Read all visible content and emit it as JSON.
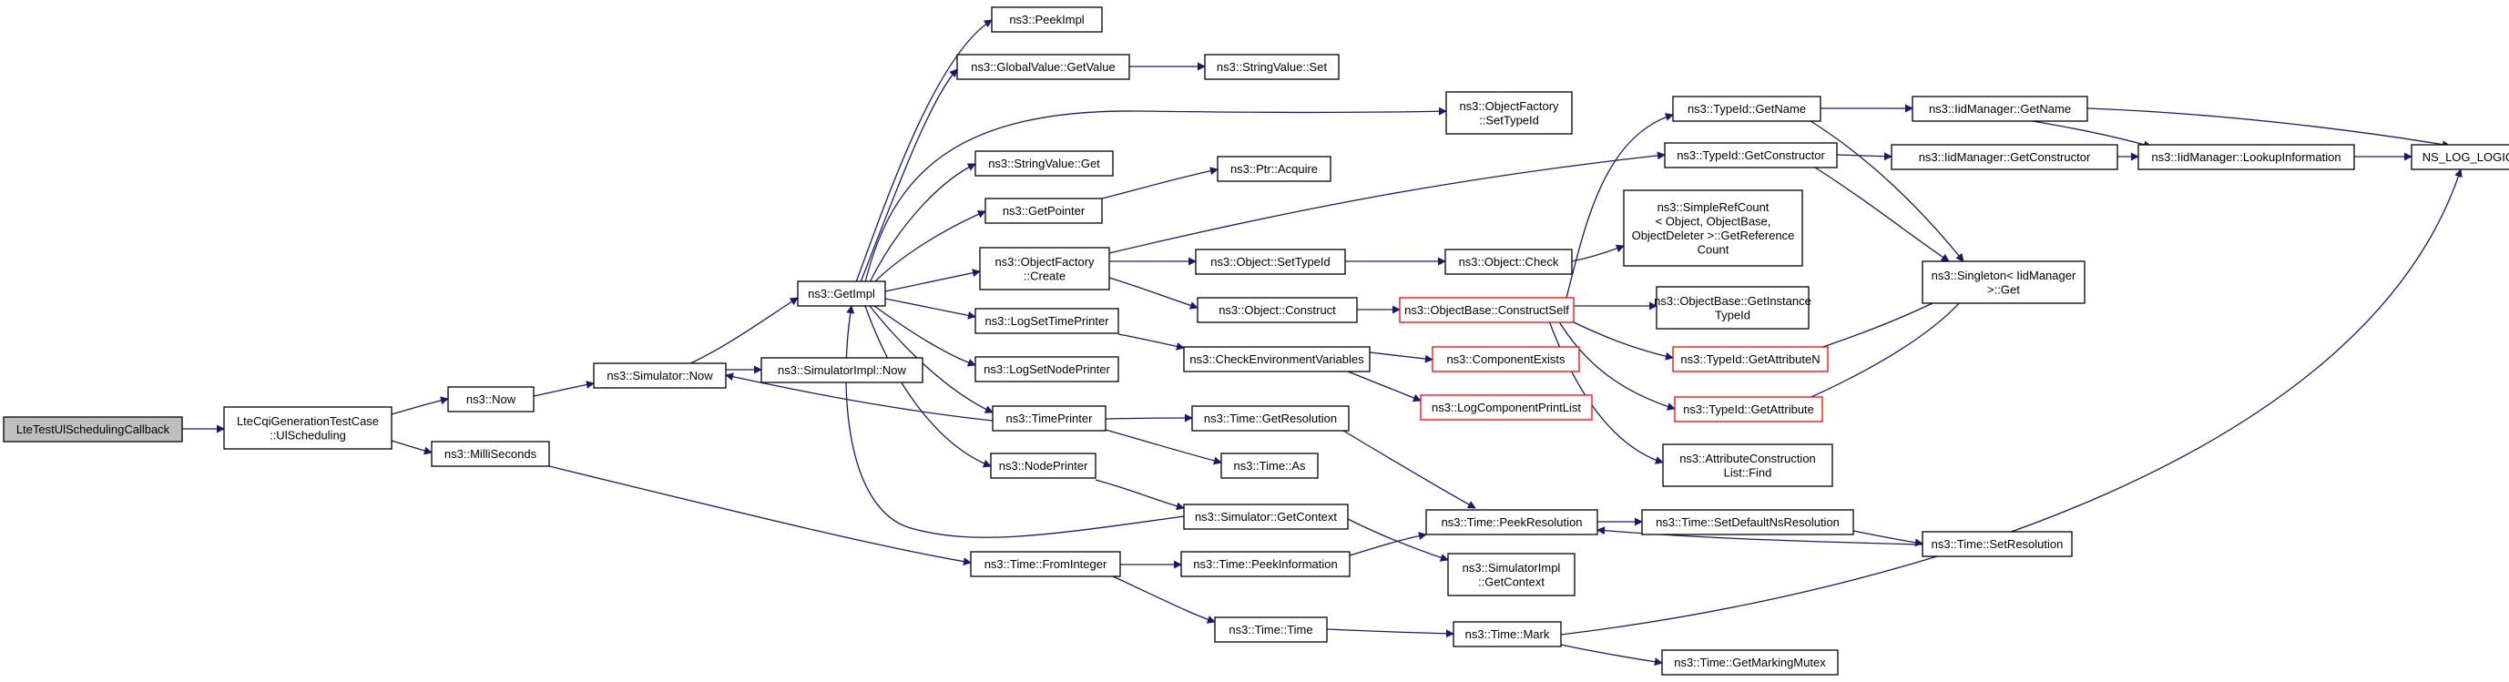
{
  "graph": {
    "edge_color": "#191970",
    "truncated_border_color": "#ff0000",
    "root_fill": "#bfbfbf",
    "nodes": [
      {
        "id": "n0",
        "lines": [
          "LteTestUlSchedulingCallback"
        ],
        "root": true
      },
      {
        "id": "n1",
        "lines": [
          "LteCqiGenerationTestCase",
          "::UlScheduling"
        ]
      },
      {
        "id": "n2",
        "lines": [
          "ns3::Now"
        ]
      },
      {
        "id": "n3",
        "lines": [
          "ns3::MilliSeconds"
        ]
      },
      {
        "id": "n4",
        "lines": [
          "ns3::Simulator::Now"
        ]
      },
      {
        "id": "n5",
        "lines": [
          "ns3::GetImpl"
        ]
      },
      {
        "id": "n6",
        "lines": [
          "ns3::SimulatorImpl::Now"
        ]
      },
      {
        "id": "n7",
        "lines": [
          "ns3::PeekImpl"
        ]
      },
      {
        "id": "n8",
        "lines": [
          "ns3::GlobalValue::GetValue"
        ]
      },
      {
        "id": "n9",
        "lines": [
          "ns3::StringValue::Get"
        ]
      },
      {
        "id": "n10",
        "lines": [
          "ns3::GetPointer"
        ]
      },
      {
        "id": "n11",
        "lines": [
          "ns3::ObjectFactory",
          "::Create"
        ]
      },
      {
        "id": "n12",
        "lines": [
          "ns3::LogSetTimePrinter"
        ]
      },
      {
        "id": "n13",
        "lines": [
          "ns3::LogSetNodePrinter"
        ]
      },
      {
        "id": "n14",
        "lines": [
          "ns3::TimePrinter"
        ]
      },
      {
        "id": "n15",
        "lines": [
          "ns3::NodePrinter"
        ]
      },
      {
        "id": "n16",
        "lines": [
          "ns3::Time::FromInteger"
        ]
      },
      {
        "id": "n17",
        "lines": [
          "ns3::StringValue::Set"
        ]
      },
      {
        "id": "n18",
        "lines": [
          "ns3::Ptr::Acquire"
        ]
      },
      {
        "id": "n19",
        "lines": [
          "ns3::Object::SetTypeId"
        ]
      },
      {
        "id": "n20",
        "lines": [
          "ns3::Object::Construct"
        ]
      },
      {
        "id": "n21",
        "lines": [
          "ns3::CheckEnvironmentVariables"
        ]
      },
      {
        "id": "n22",
        "lines": [
          "ns3::Time::GetResolution"
        ]
      },
      {
        "id": "n23",
        "lines": [
          "ns3::Time::As"
        ]
      },
      {
        "id": "n24",
        "lines": [
          "ns3::Simulator::GetContext"
        ]
      },
      {
        "id": "n25",
        "lines": [
          "ns3::Time::PeekInformation"
        ]
      },
      {
        "id": "n26",
        "lines": [
          "ns3::Time::Time"
        ]
      },
      {
        "id": "n27",
        "lines": [
          "ns3::ObjectFactory",
          "::SetTypeId"
        ]
      },
      {
        "id": "n28",
        "lines": [
          "ns3::Object::Check"
        ]
      },
      {
        "id": "n29",
        "lines": [
          "ns3::ObjectBase::ConstructSelf"
        ],
        "truncated": true
      },
      {
        "id": "n30",
        "lines": [
          "ns3::ComponentExists"
        ],
        "truncated": true
      },
      {
        "id": "n31",
        "lines": [
          "ns3::LogComponentPrintList"
        ],
        "truncated": true
      },
      {
        "id": "n32",
        "lines": [
          "ns3::Time::PeekResolution"
        ]
      },
      {
        "id": "n33",
        "lines": [
          "ns3::SimulatorImpl",
          "::GetContext"
        ]
      },
      {
        "id": "n34",
        "lines": [
          "ns3::Time::Mark"
        ]
      },
      {
        "id": "n35",
        "lines": [
          "ns3::TypeId::GetName"
        ]
      },
      {
        "id": "n36",
        "lines": [
          "ns3::TypeId::GetConstructor"
        ]
      },
      {
        "id": "n37",
        "lines": [
          "ns3::SimpleRefCount",
          "< Object, ObjectBase,",
          "ObjectDeleter >::GetReference",
          "Count"
        ]
      },
      {
        "id": "n38",
        "lines": [
          "ns3::ObjectBase::GetInstance",
          "TypeId"
        ]
      },
      {
        "id": "n39",
        "lines": [
          "ns3::TypeId::GetAttributeN"
        ],
        "truncated": true
      },
      {
        "id": "n40",
        "lines": [
          "ns3::TypeId::GetAttribute"
        ],
        "truncated": true
      },
      {
        "id": "n41",
        "lines": [
          "ns3::AttributeConstruction",
          "List::Find"
        ]
      },
      {
        "id": "n42",
        "lines": [
          "ns3::Time::SetDefaultNsResolution"
        ]
      },
      {
        "id": "n43",
        "lines": [
          "ns3::Time::GetMarkingMutex"
        ]
      },
      {
        "id": "n44",
        "lines": [
          "ns3::IidManager::GetName"
        ]
      },
      {
        "id": "n45",
        "lines": [
          "ns3::IidManager::GetConstructor"
        ]
      },
      {
        "id": "n46",
        "lines": [
          "ns3::Singleton< IidManager",
          " >::Get"
        ]
      },
      {
        "id": "n47",
        "lines": [
          "ns3::Time::SetResolution"
        ]
      },
      {
        "id": "n48",
        "lines": [
          "ns3::IidManager::LookupInformation"
        ]
      },
      {
        "id": "n49",
        "lines": [
          "NS_LOG_LOGIC"
        ]
      }
    ]
  }
}
